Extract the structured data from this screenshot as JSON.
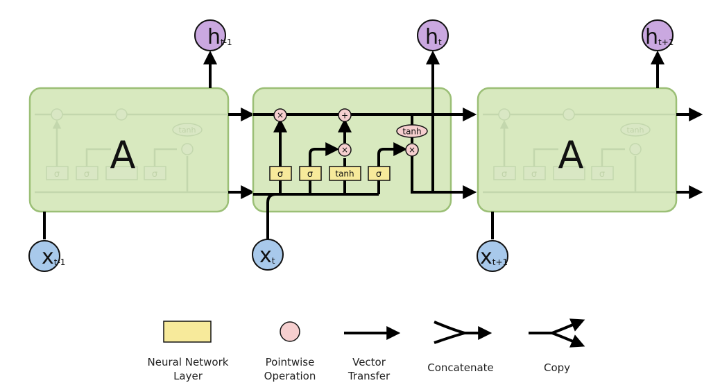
{
  "cells": {
    "left": {
      "label": "A",
      "h_main": "h",
      "h_sub": "t-1",
      "x_main": "x",
      "x_sub": "t-1"
    },
    "center": {
      "h_main": "h",
      "h_sub": "t",
      "x_main": "x",
      "x_sub": "t"
    },
    "right": {
      "label": "A",
      "h_main": "h",
      "h_sub": "t+1",
      "x_main": "x",
      "x_sub": "t+1"
    }
  },
  "ops": {
    "multiply": "×",
    "add": "+",
    "tanh": "tanh"
  },
  "layers": {
    "forget": "σ",
    "input": "σ",
    "candidate": "tanh",
    "output": "σ"
  },
  "ghost": {
    "sigma": "σ",
    "tanh": "tanh"
  },
  "legend": [
    {
      "id": "layer",
      "line1": "Neural Network",
      "line2": "Layer"
    },
    {
      "id": "pointwise",
      "line1": "Pointwise",
      "line2": "Operation"
    },
    {
      "id": "vector",
      "line1": "Vector",
      "line2": "Transfer"
    },
    {
      "id": "concat",
      "line1": "Concatenate",
      "line2": ""
    },
    {
      "id": "copy",
      "line1": "Copy",
      "line2": ""
    }
  ],
  "colors": {
    "cell_fill": "#d8e9bf",
    "layer_fill": "#f7ea9b",
    "op_fill": "#f6cfcf",
    "h_node": "#caa8e0",
    "x_node": "#a8c9eb"
  }
}
